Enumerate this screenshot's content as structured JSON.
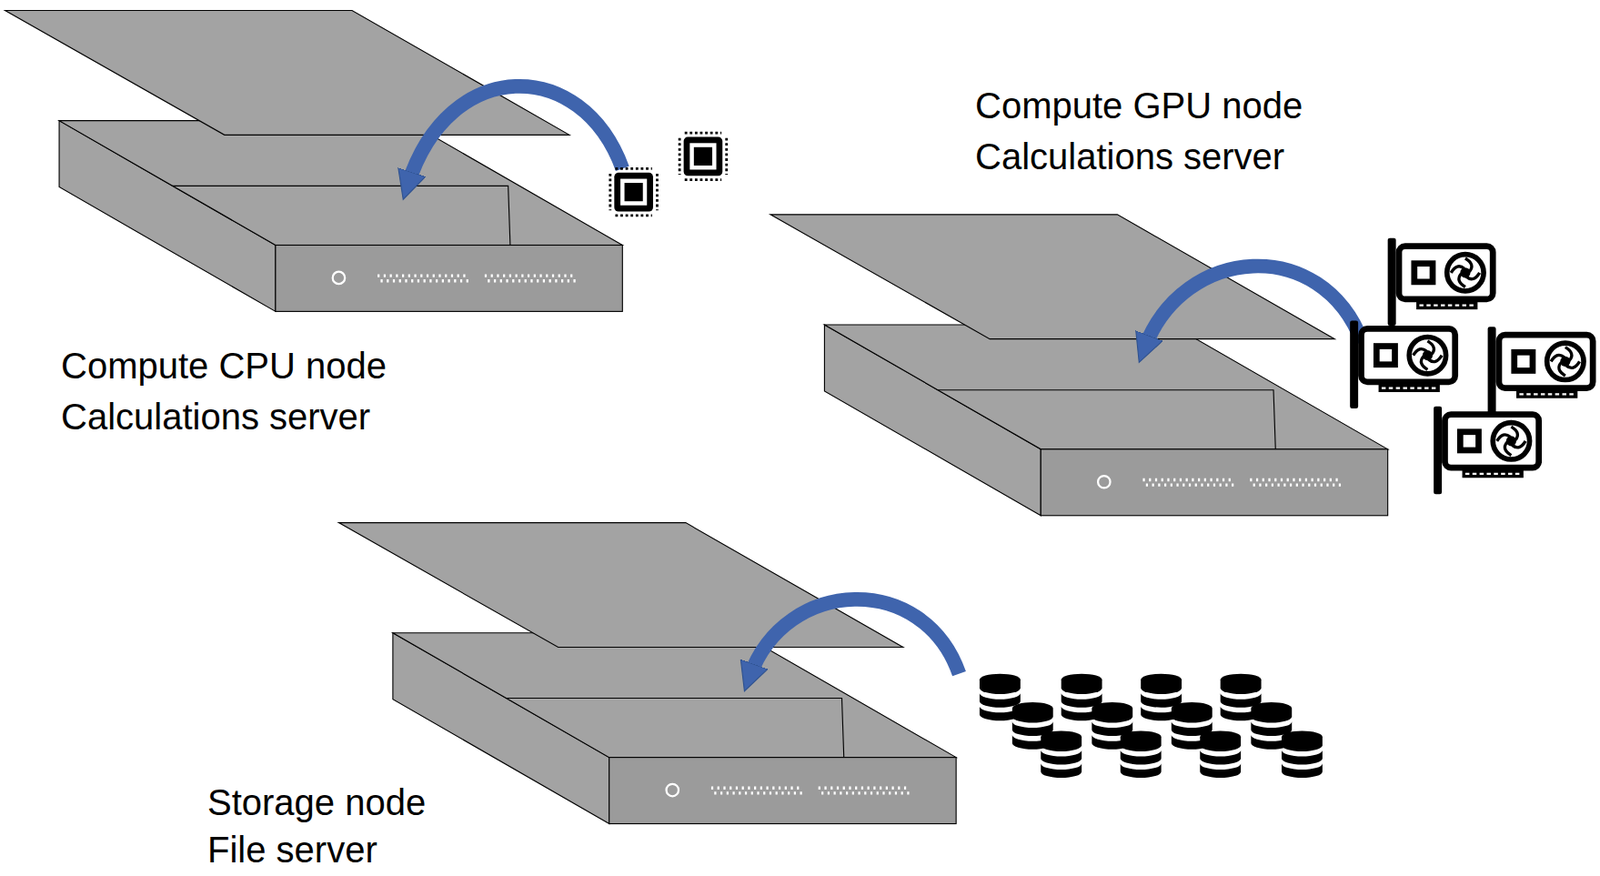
{
  "diagram": {
    "labels": [
      "Compute CPU node",
      "Calculations server",
      "Compute GPU node",
      "Calculations server",
      "Storage node",
      "File server"
    ]
  }
}
